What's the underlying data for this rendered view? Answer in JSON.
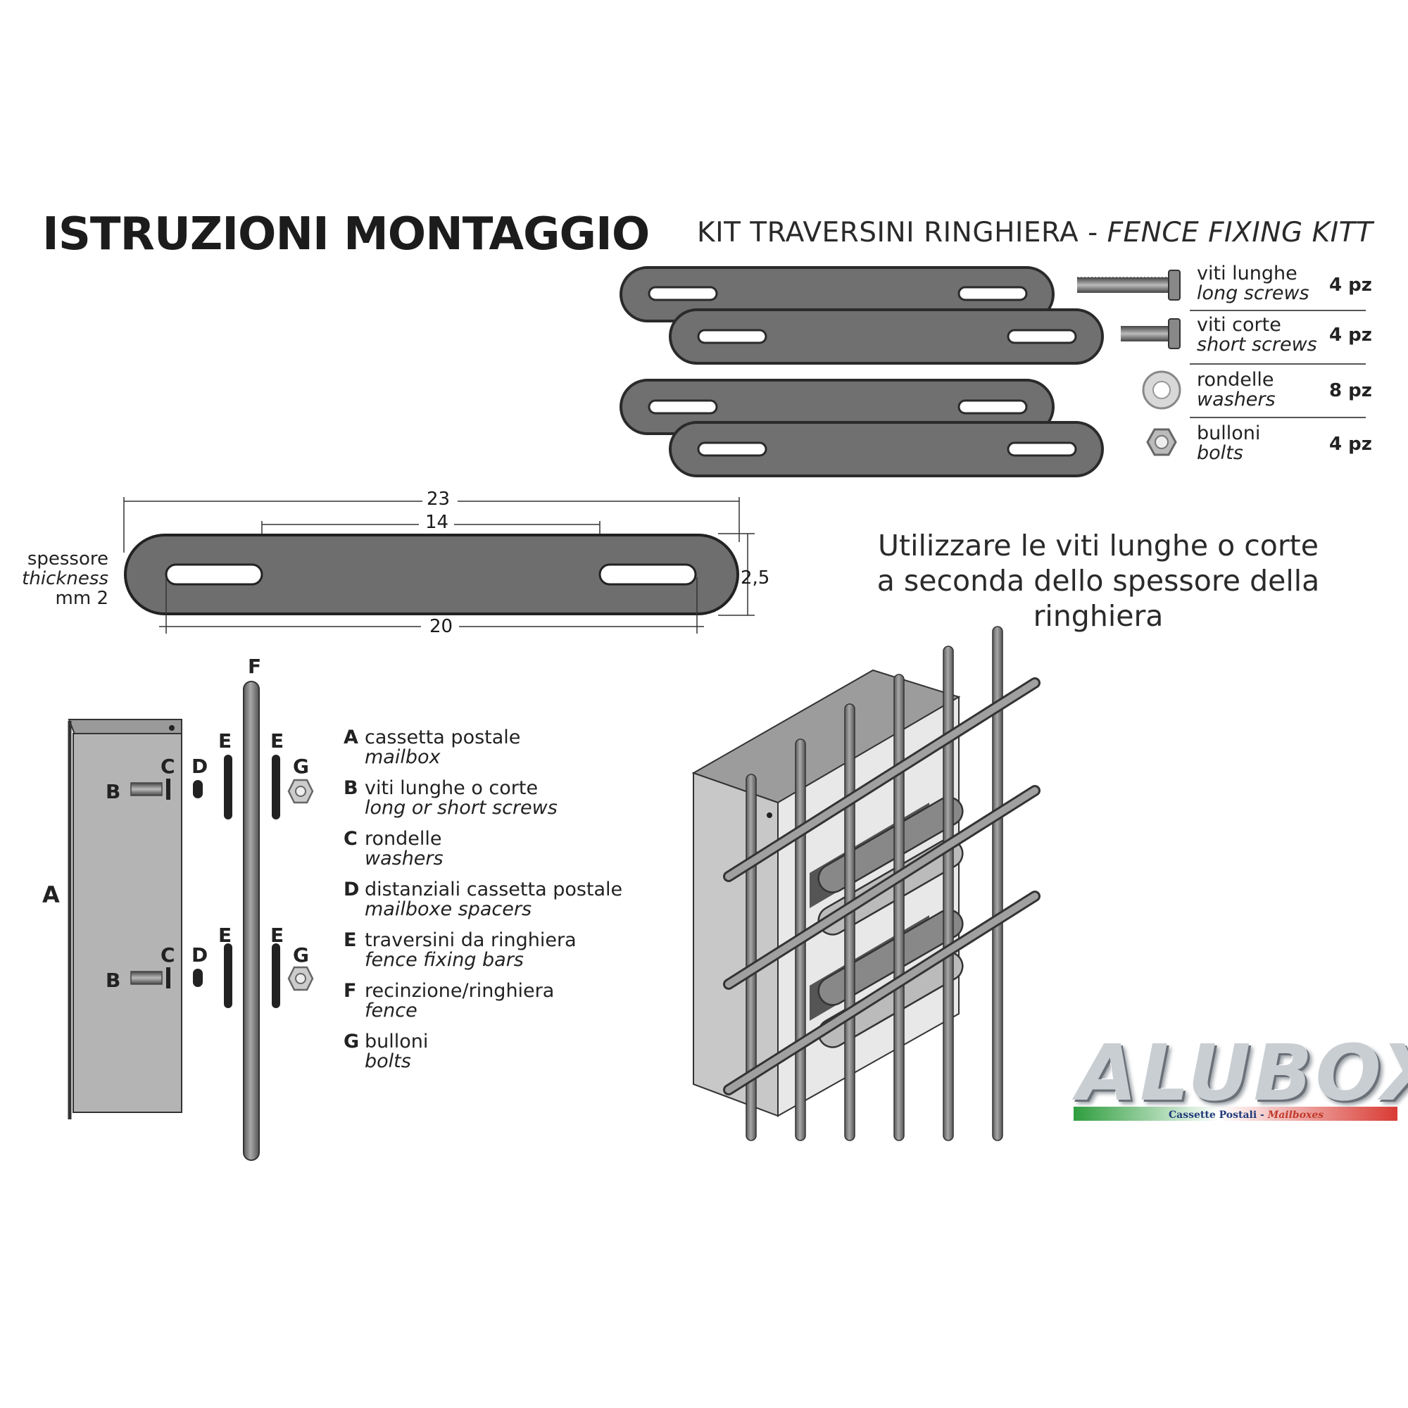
{
  "title": "ISTRUZIONI MONTAGGIO",
  "kit": {
    "title": "KIT TRAVERSINI RINGHIERA - ",
    "title_en": "FENCE FIXING KITT"
  },
  "hardware": [
    {
      "it": "viti lunghe",
      "en": "long screws",
      "qty": "4 pz",
      "icon": "long-screw-icon"
    },
    {
      "it": "viti corte",
      "en": "short screws",
      "qty": "4 pz",
      "icon": "short-screw-icon"
    },
    {
      "it": "rondelle",
      "en": "washers",
      "qty": "8 pz",
      "icon": "washer-icon"
    },
    {
      "it": "bulloni",
      "en": "bolts",
      "qty": "4 pz",
      "icon": "nut-icon"
    }
  ],
  "dimensions": {
    "length": "23",
    "slot_spacing": "14",
    "hole_span": "20",
    "height": "2,5"
  },
  "thickness": {
    "it": "spessore",
    "en": "thickness",
    "value": "mm 2"
  },
  "instruction": {
    "line1": "Utilizzare le viti lunghe o corte",
    "line2": "a seconda dello spessore della ringhiera"
  },
  "parts": {
    "A": "A",
    "B": "B",
    "C": "C",
    "D": "D",
    "E": "E",
    "F": "F",
    "G": "G"
  },
  "legend": [
    {
      "letter": "A",
      "it": "cassetta postale",
      "en": "mailbox"
    },
    {
      "letter": "B",
      "it": "viti lunghe o corte",
      "en": "long or short screws"
    },
    {
      "letter": "C",
      "it": "rondelle",
      "en": "washers"
    },
    {
      "letter": "D",
      "it": "distanziali cassetta postale",
      "en": "mailboxe spacers"
    },
    {
      "letter": "E",
      "it": "traversini da ringhiera",
      "en": "fence fixing bars"
    },
    {
      "letter": "F",
      "it": "recinzione/ringhiera",
      "en": "fence"
    },
    {
      "letter": "G",
      "it": "bulloni",
      "en": "bolts"
    }
  ],
  "brand": {
    "name": "ALUBOX",
    "tagline": "Cassette Postali - ",
    "tagline_en": "Mailboxes"
  },
  "colors": {
    "bar": "#707070",
    "bar_edge": "#2a2a2a",
    "mailbox": "#b4b4b4",
    "accent_green": "#2e9e3e",
    "accent_red": "#d93a33"
  }
}
